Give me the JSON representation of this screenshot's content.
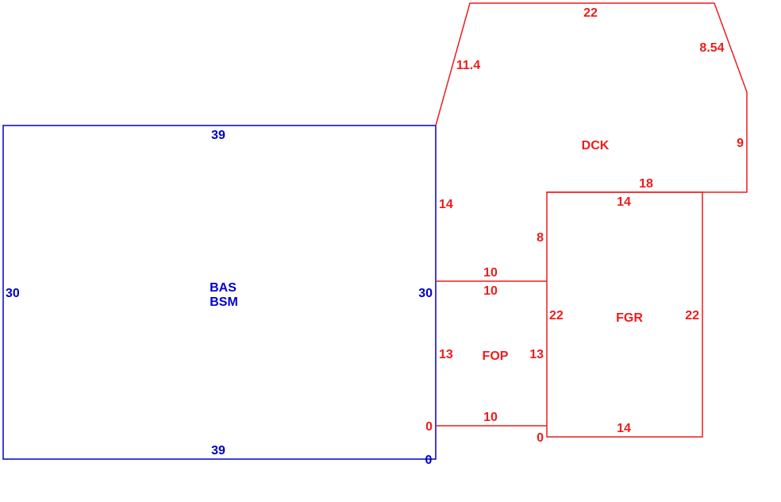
{
  "colors": {
    "basement": "#0000cc",
    "additions": "#ee1c1c",
    "background": "#ffffff"
  },
  "areas": {
    "bas": {
      "codes": [
        "BAS",
        "BSM"
      ],
      "dimensions": {
        "top": "39",
        "bottom": "39",
        "left": "30",
        "right": "30",
        "corner": "0"
      }
    },
    "dck": {
      "code": "DCK",
      "dimensions": {
        "top": "22",
        "upper_left_diagonal": "11.4",
        "upper_right_diagonal": "8.54",
        "right": "9",
        "bottom": "18",
        "left": "14"
      }
    },
    "fop": {
      "code": "FOP",
      "dimensions": {
        "top_outer": "10",
        "top_inner": "10",
        "left": "13",
        "right": "13",
        "bottom": "10",
        "corner": "0"
      }
    },
    "fgr": {
      "code": "FGR",
      "dimensions": {
        "top": "14",
        "upper_left": "8",
        "left": "22",
        "right": "22",
        "bottom": "14",
        "corner": "0"
      }
    }
  }
}
